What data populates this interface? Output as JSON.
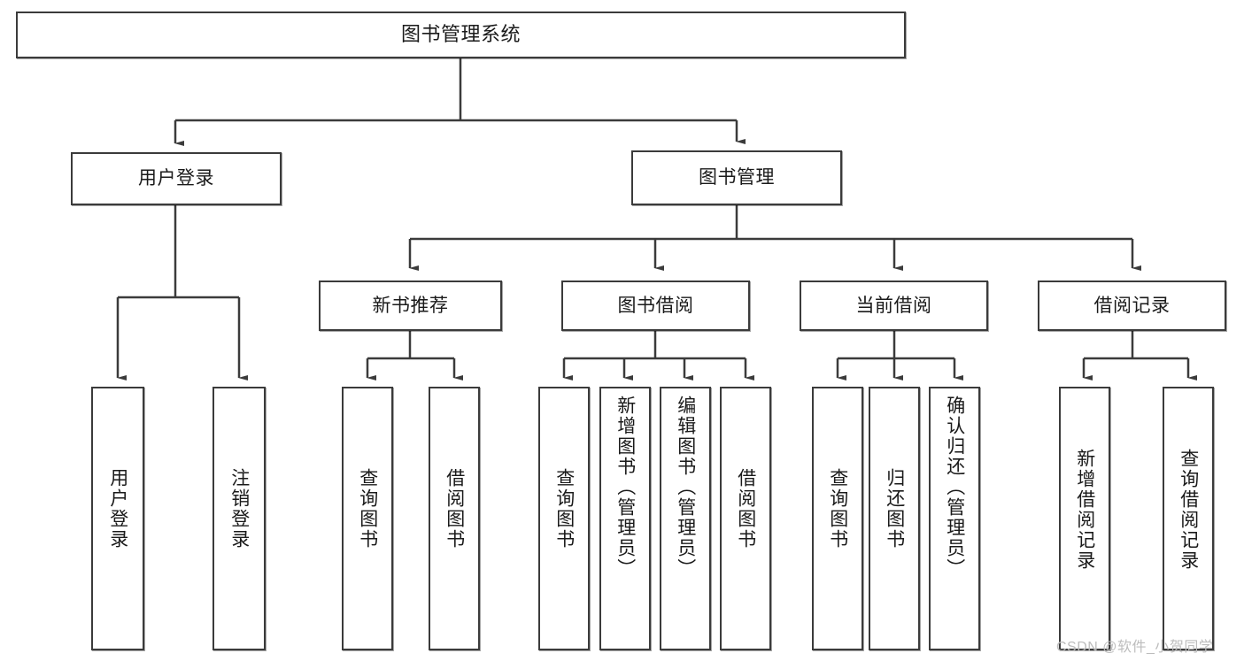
{
  "diagram": {
    "title": "图书管理系统",
    "type": "hierarchy-tree",
    "orientation": "top-down",
    "line_color": "#3b3b3b",
    "box_fill": "#ffffff",
    "text_color": "#1a1a1a",
    "root": {
      "label": "图书管理系统",
      "name": "root-book-management-system"
    },
    "level2": [
      {
        "label": "用户登录",
        "name": "node-user-login"
      },
      {
        "label": "图书管理",
        "name": "node-book-management"
      }
    ],
    "level3": [
      {
        "label": "新书推荐",
        "name": "node-new-book-recommend"
      },
      {
        "label": "图书借阅",
        "name": "node-book-borrow"
      },
      {
        "label": "当前借阅",
        "name": "node-current-borrow"
      },
      {
        "label": "借阅记录",
        "name": "node-borrow-record"
      }
    ],
    "leaves": {
      "user_login": [
        {
          "label": "用户登录",
          "name": "leaf-user-login"
        },
        {
          "label": "注销登录",
          "name": "leaf-logout"
        }
      ],
      "new_book_recommend": [
        {
          "label": "查询图书",
          "name": "leaf-query-book-1"
        },
        {
          "label": "借阅图书",
          "name": "leaf-borrow-book-1"
        }
      ],
      "book_borrow": [
        {
          "label": "查询图书",
          "name": "leaf-query-book-2"
        },
        {
          "label": "新增图书（管理员）",
          "name": "leaf-add-book-admin"
        },
        {
          "label": "编辑图书（管理员）",
          "name": "leaf-edit-book-admin"
        },
        {
          "label": "借阅图书",
          "name": "leaf-borrow-book-2"
        }
      ],
      "current_borrow": [
        {
          "label": "查询图书",
          "name": "leaf-query-book-3"
        },
        {
          "label": "归还图书",
          "name": "leaf-return-book"
        },
        {
          "label": "确认归还（管理员）",
          "name": "leaf-confirm-return-admin"
        }
      ],
      "borrow_record": [
        {
          "label": "新增借阅记录",
          "name": "leaf-add-borrow-record"
        },
        {
          "label": "查询借阅记录",
          "name": "leaf-query-borrow-record"
        }
      ]
    }
  },
  "watermark": {
    "text": "CSDN @软件_小贺同学"
  }
}
